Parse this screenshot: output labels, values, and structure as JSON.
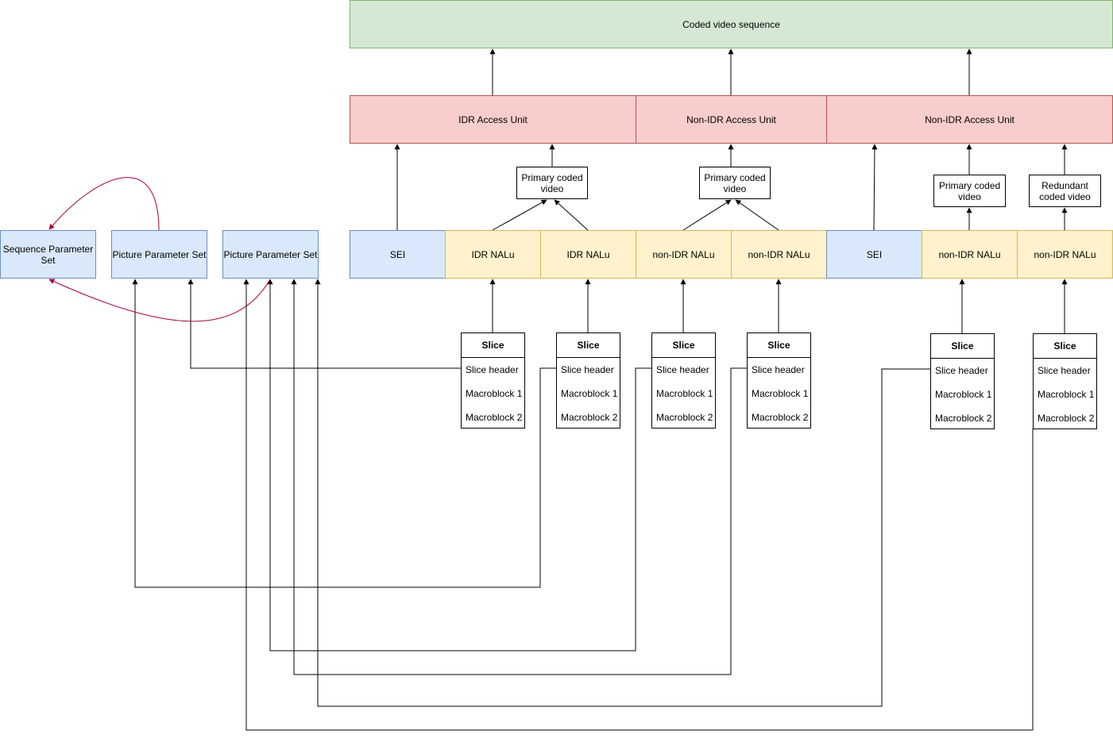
{
  "sequence": {
    "label": "Coded video sequence"
  },
  "access_units": [
    {
      "label": "IDR Access Unit"
    },
    {
      "label": "Non-IDR Access Unit"
    },
    {
      "label": "Non-IDR Access Unit"
    }
  ],
  "intermediates": [
    {
      "label": "Primary coded video"
    },
    {
      "label": "Primary coded video"
    },
    {
      "label": "Primary coded video"
    },
    {
      "label": "Redundant coded video"
    }
  ],
  "param_sets": [
    {
      "label": "Sequence Parameter Set"
    },
    {
      "label": "Picture Parameter Set"
    },
    {
      "label": "Picture Parameter Set"
    }
  ],
  "units": [
    {
      "label": "SEI"
    },
    {
      "label": "IDR NALu"
    },
    {
      "label": "IDR NALu"
    },
    {
      "label": "non-IDR NALu"
    },
    {
      "label": "non-IDR NALu"
    },
    {
      "label": "SEI"
    },
    {
      "label": "non-IDR NALu"
    },
    {
      "label": "non-IDR NALu"
    }
  ],
  "slices": [
    {
      "title": "Slice",
      "rows": [
        "Slice header",
        "Macroblock 1",
        "Macroblock 2"
      ]
    },
    {
      "title": "Slice",
      "rows": [
        "Slice header",
        "Macroblock 1",
        "Macroblock 2"
      ]
    },
    {
      "title": "Slice",
      "rows": [
        "Slice header",
        "Macroblock 1",
        "Macroblock 2"
      ]
    },
    {
      "title": "Slice",
      "rows": [
        "Slice header",
        "Macroblock 1",
        "Macroblock 2"
      ]
    },
    {
      "title": "Slice",
      "rows": [
        "Slice header",
        "Macroblock 1",
        "Macroblock 2"
      ]
    },
    {
      "title": "Slice",
      "rows": [
        "Slice header",
        "Macroblock 1",
        "Macroblock 2"
      ]
    }
  ],
  "colors": {
    "sequence_fill": "#d5e8d4",
    "access_unit_fill": "#f8cecc",
    "param_set_fill": "#dae8fc",
    "nal_unit_fill": "#fff2cc",
    "reference_arrow": "#a50040"
  }
}
